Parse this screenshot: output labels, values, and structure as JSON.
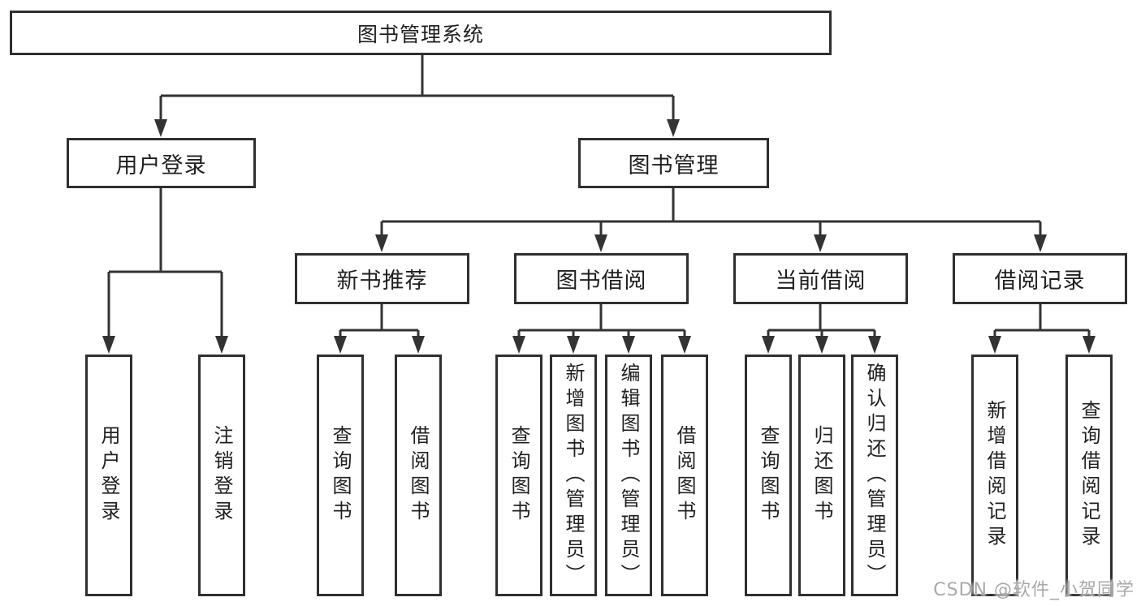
{
  "tree": {
    "root_label": "图书管理系统",
    "level2": [
      {
        "label": "用户登录",
        "leaves": [
          "用户登录",
          "注销登录"
        ]
      },
      {
        "label": "图书管理"
      }
    ],
    "level3": [
      {
        "label": "新书推荐",
        "leaves": [
          "查询图书",
          "借阅图书"
        ]
      },
      {
        "label": "图书借阅",
        "leaves": [
          "查询图书",
          "新增图书（管理员）",
          "编辑图书（管理员）",
          "借阅图书"
        ]
      },
      {
        "label": "当前借阅",
        "leaves": [
          "查询图书",
          "归还图书",
          "确认归还（管理员）"
        ]
      },
      {
        "label": "借阅记录",
        "leaves": [
          "新增借阅记录",
          "查询借阅记录"
        ]
      }
    ]
  },
  "watermark": {
    "text": "CSDN @软件_小贺同学"
  },
  "colors": {
    "line": "#333333",
    "border": "#2f2f2f",
    "text": "#1f1f1f",
    "watermark": "#a9a9a9",
    "background": "#ffffff"
  }
}
